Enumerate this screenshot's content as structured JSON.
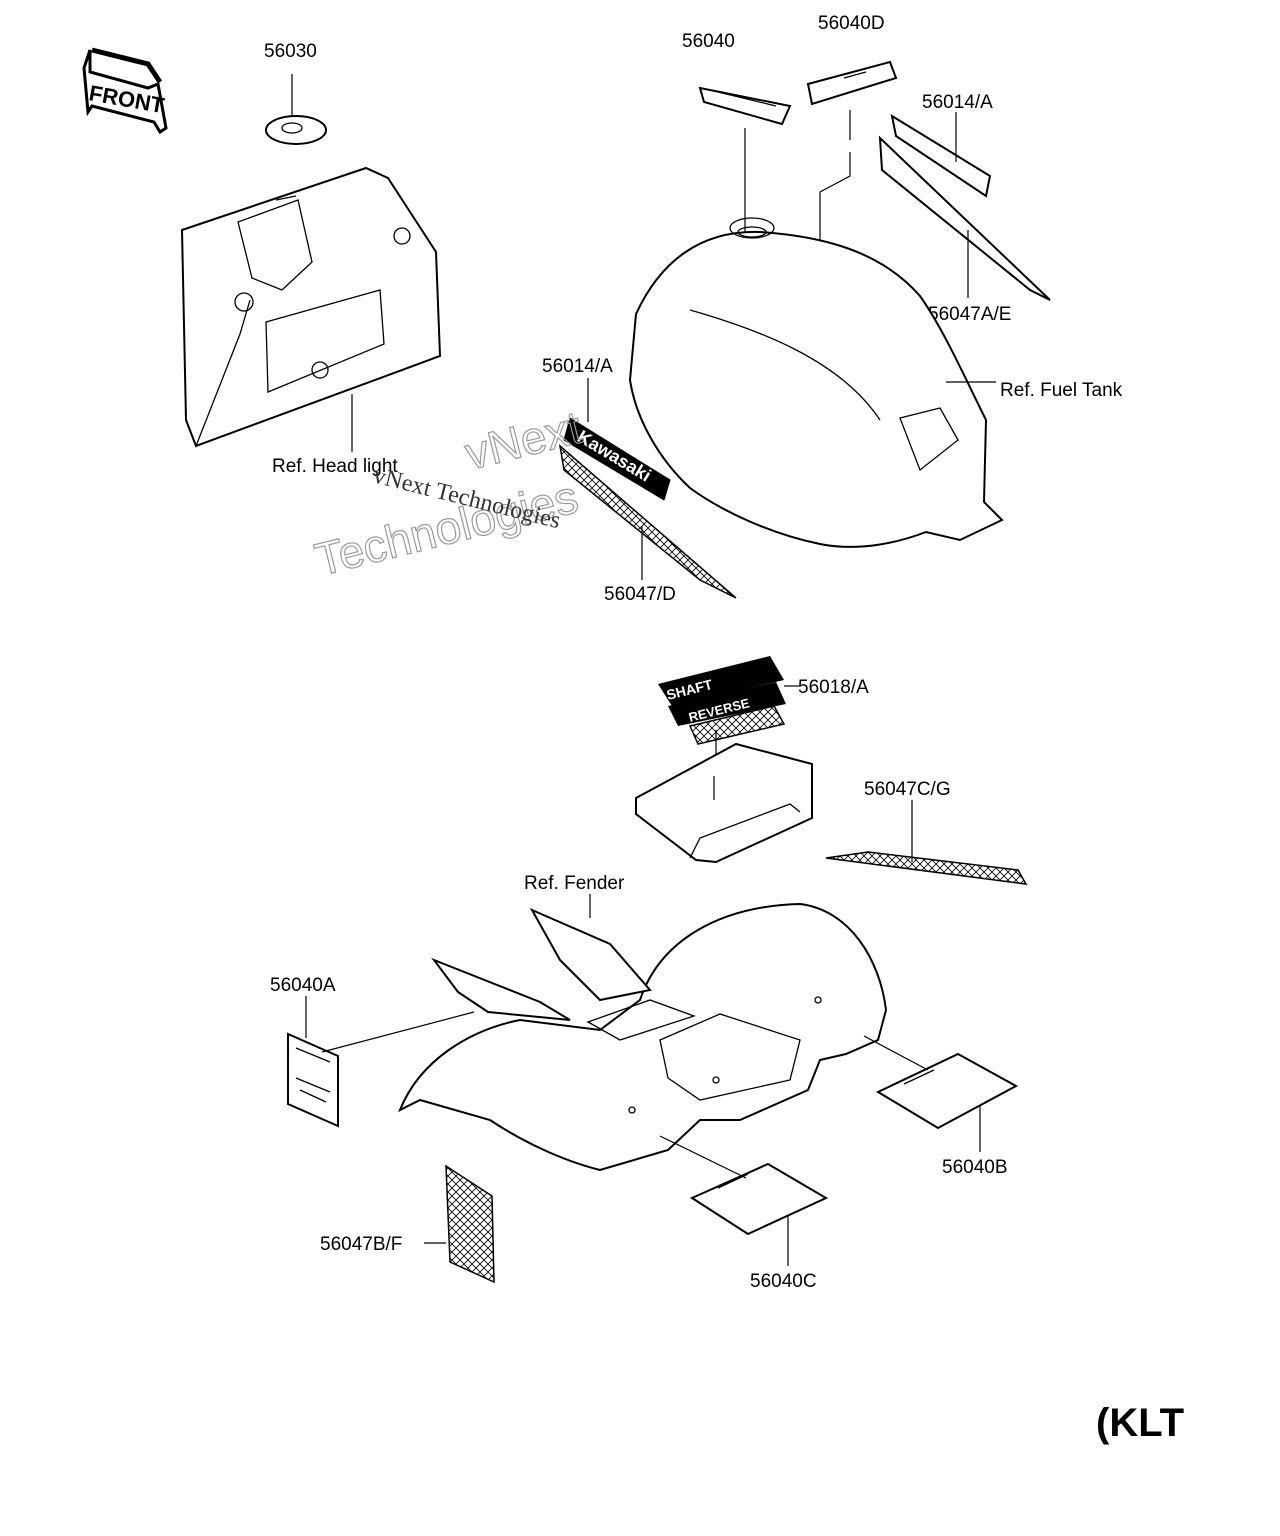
{
  "labels": {
    "p56030": "56030",
    "p56040": "56040",
    "p56040D": "56040D",
    "p56014A_top": "56014/A",
    "p56047AE": "56047A/E",
    "p56014A_mid": "56014/A",
    "p56047D": "56047/D",
    "ref_fuel_tank": "Ref. Fuel Tank",
    "ref_headlight": "Ref. Head light",
    "p56018A": "56018/A",
    "p56047CG": "56047C/G",
    "ref_fender": "Ref. Fender",
    "p56040A": "56040A",
    "p56040B": "56040B",
    "p56040C": "56040C",
    "p56047BF": "56047B/F"
  },
  "front_arrow": "FRONT",
  "model_stamp": "(KLT",
  "decal_text": {
    "kawasaki": "Kawasaki",
    "shaft": "SHAFT",
    "reverse": "REVERSE"
  },
  "watermark": {
    "outline_line1": "vNext",
    "outline_line2": "Technologies",
    "inline": "vNext Technologies"
  },
  "colors": {
    "ink": "#000000",
    "paper": "#ffffff",
    "watermark": "#9a9a9a"
  }
}
